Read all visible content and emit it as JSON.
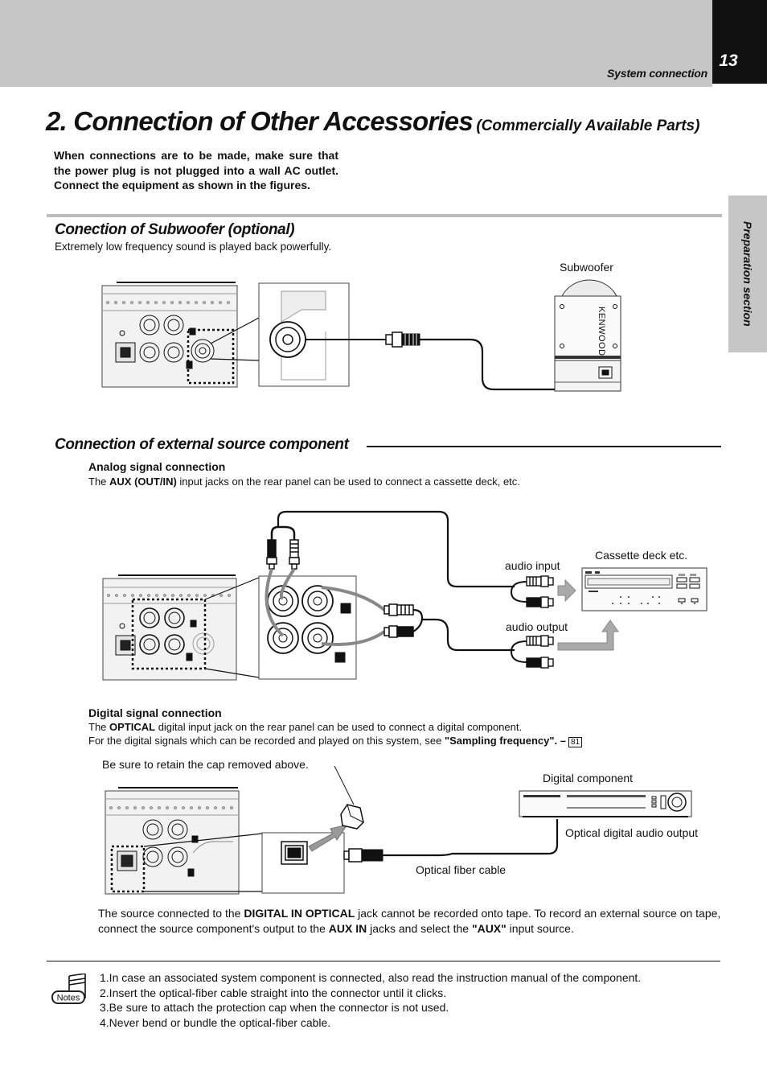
{
  "header": {
    "section_label": "System connection",
    "page_number": "13",
    "side_tab": "Preparation section"
  },
  "title": {
    "main": "2. Connection of Other Accessories",
    "sub": "(Commercially Available Parts)"
  },
  "intro": "When connections are to be made, make sure that the power plug is not plugged into a wall AC outlet. Connect the equipment as shown in the figures.",
  "subwoofer_section": {
    "title": "Conection of Subwoofer (optional)",
    "description": "Extremely low frequency sound is played back powerfully.",
    "label_subwoofer": "Subwoofer",
    "brand": "KENWOOD"
  },
  "external_section": {
    "title": "Connection of external source component",
    "analog": {
      "heading": "Analog signal connection",
      "text_pre": "The ",
      "text_bold": "AUX (OUT/IN)",
      "text_post": " input jacks on the rear panel can be used to connect a cassette deck, etc.",
      "label_cassette": "Cassette deck etc.",
      "label_audio_input": "audio input",
      "label_audio_output": "audio output"
    },
    "digital": {
      "heading": "Digital signal connection",
      "text1_pre": "The ",
      "text1_bold": "OPTICAL",
      "text1_post": " digital input jack on the rear panel can be used to connect a digital component.",
      "text2_pre": "For the digital signals which can be recorded and played on this system, see ",
      "text2_bold": "\"Sampling frequency\"",
      "text2_post": ". –",
      "page_ref": "81",
      "label_cap": "Be sure to retain the cap removed above.",
      "label_digital_component": "Digital component",
      "label_optical_output": "Optical digital audio output",
      "label_fiber_cable": "Optical fiber cable"
    }
  },
  "note_paragraph": {
    "t1": "The source connected to the ",
    "b1": "DIGITAL IN OPTICAL",
    "t2": " jack cannot be recorded onto tape. To record an external source on tape, connect the source component's output to the ",
    "b2": "AUX IN",
    "t3": " jacks and select the ",
    "b3": "\"AUX\"",
    "t4": " input source."
  },
  "notes": {
    "icon_label": "Notes",
    "items": [
      "1.In case an associated system component is connected, also read the instruction manual of the component.",
      "2.Insert the optical-fiber cable straight into the connector until it clicks.",
      "3.Be sure to attach the protection cap when the connector is not used.",
      "4.Never bend or bundle the optical-fiber cable."
    ]
  }
}
